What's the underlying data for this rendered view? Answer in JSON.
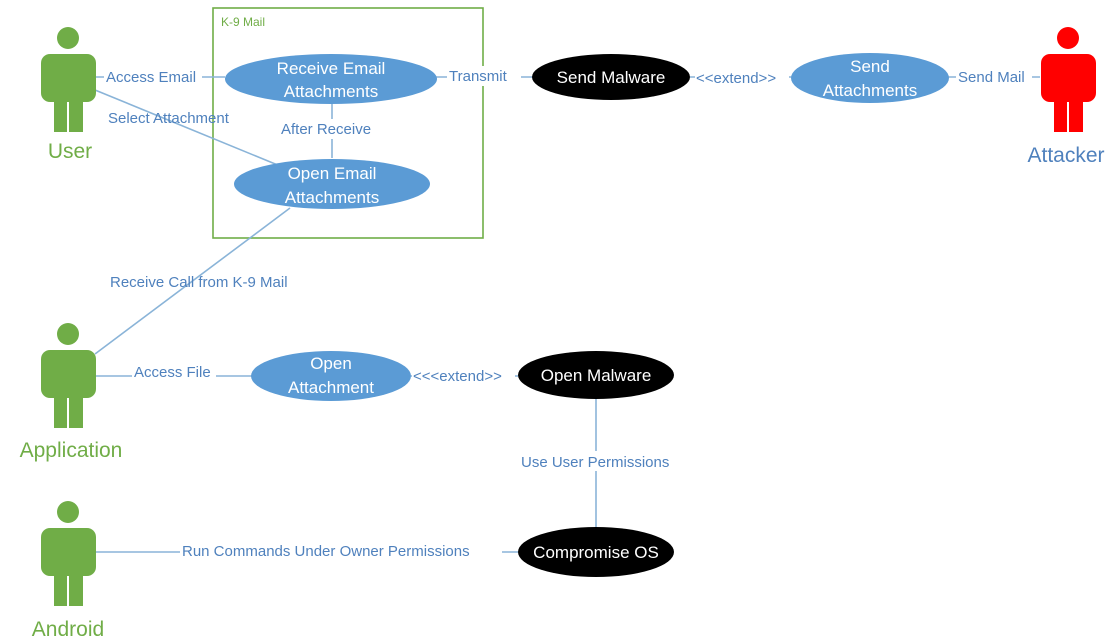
{
  "colors": {
    "actor_green": "#70ad47",
    "actor_red": "#ff0000",
    "actor_label_blue": "#4f81bd",
    "usecase_blue": "#5b9bd5",
    "usecase_black": "#000000",
    "connector": "#8ab4d8"
  },
  "system_boundary": {
    "title": "K-9 Mail"
  },
  "actors": {
    "user": {
      "name": "User",
      "icon": "person-icon"
    },
    "attacker": {
      "name": "Attacker",
      "icon": "person-icon"
    },
    "application": {
      "name": "Application",
      "icon": "person-icon"
    },
    "android": {
      "name": "Android",
      "icon": "person-icon"
    }
  },
  "use_cases": {
    "receive_email_attachments": {
      "line1": "Receive Email",
      "line2": "Attachments"
    },
    "open_email_attachments": {
      "line1": "Open Email",
      "line2": "Attachments"
    },
    "send_malware": {
      "line1": "Send Malware"
    },
    "send_attachments": {
      "line1": "Send",
      "line2": "Attachments"
    },
    "open_attachment": {
      "line1": "Open",
      "line2": "Attachment"
    },
    "open_malware": {
      "line1": "Open Malware"
    },
    "compromise_os": {
      "line1": "Compromise OS"
    }
  },
  "relations": {
    "access_email": "Access Email",
    "select_attachment": "Select Attachment",
    "after_receive": "After Receive",
    "transmit": "Transmit",
    "extend_1": "<<extend>>",
    "send_mail": "Send Mail",
    "receive_call": "Receive Call from K-9 Mail",
    "access_file": "Access File",
    "extend_2": "<<<extend>>",
    "use_user_permissions": "Use User Permissions",
    "run_commands": "Run Commands Under Owner Permissions"
  }
}
